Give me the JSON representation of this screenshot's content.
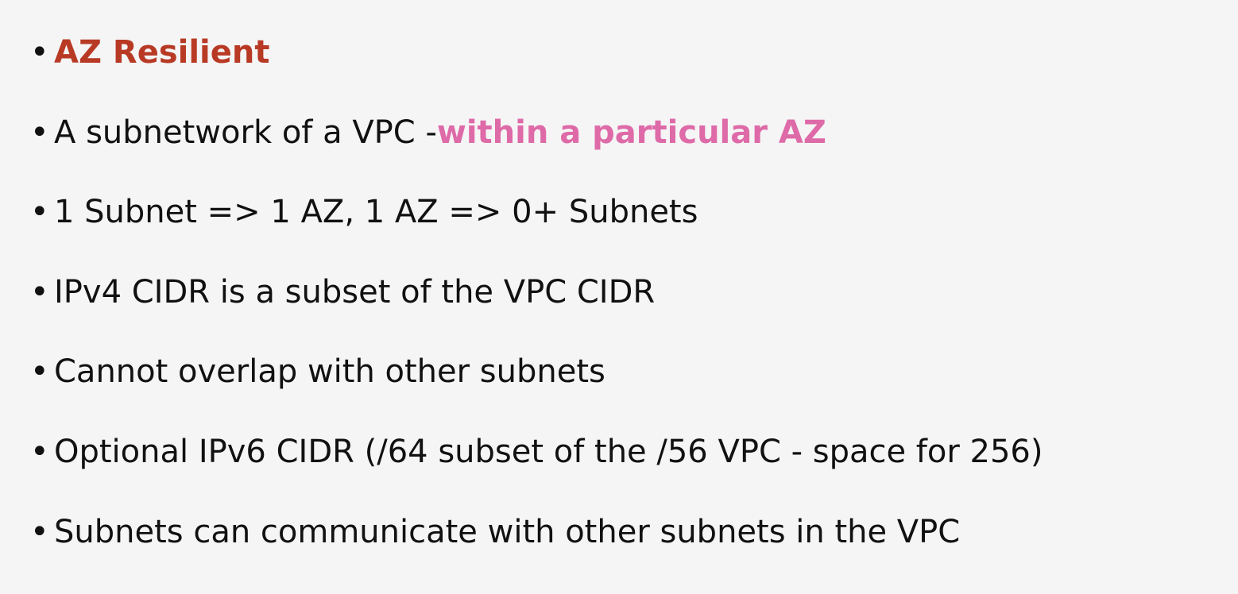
{
  "colors": {
    "background": "#f5f5f5",
    "text": "#111111",
    "accent_red": "#b83a25",
    "accent_pink": "#de6aa8"
  },
  "bullet_symbol": "•",
  "bullets": [
    {
      "highlight": "AZ Resilient"
    },
    {
      "text": "A subnetwork of a VPC - ",
      "highlight": "within a particular AZ"
    },
    {
      "text": "1 Subnet => 1 AZ, 1 AZ => 0+ Subnets"
    },
    {
      "text": "IPv4 CIDR is a subset of the VPC CIDR"
    },
    {
      "text": "Cannot overlap with other subnets"
    },
    {
      "text": "Optional IPv6 CIDR (/64 subset of the /56 VPC - space for 256)"
    },
    {
      "text": "Subnets can communicate with other subnets in the VPC"
    }
  ]
}
